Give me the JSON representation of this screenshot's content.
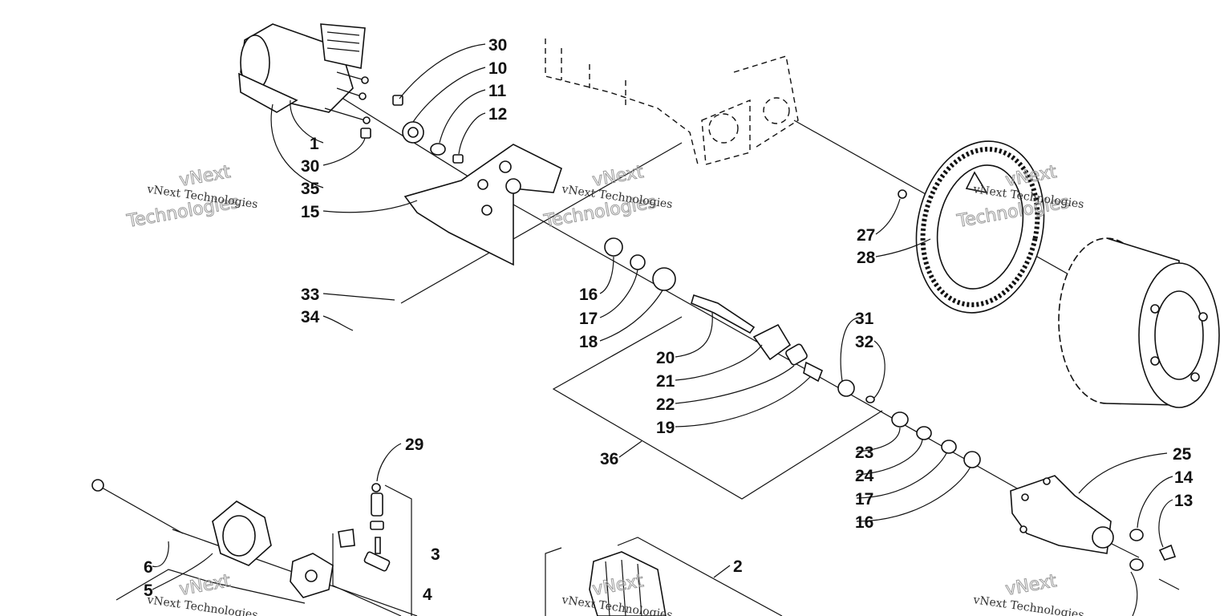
{
  "diagram": {
    "watermark": {
      "line1": "vNext Technologies",
      "outline_top": "vNext",
      "outline_bottom": "Technologies"
    },
    "callouts": {
      "c1": "1",
      "c2": "2",
      "c3": "3",
      "c4": "4",
      "c5": "5",
      "c6": "6",
      "c10": "10",
      "c11": "11",
      "c12": "12",
      "c13": "13",
      "c14": "14",
      "c15": "15",
      "c16a": "16",
      "c16b": "16",
      "c17a": "17",
      "c17b": "17",
      "c18": "18",
      "c19": "19",
      "c20": "20",
      "c21": "21",
      "c22": "22",
      "c23": "23",
      "c24": "24",
      "c25": "25",
      "c27": "27",
      "c28": "28",
      "c29": "29",
      "c30a": "30",
      "c30b": "30",
      "c31": "31",
      "c32": "32",
      "c33": "33",
      "c34": "34",
      "c35": "35",
      "c36": "36"
    },
    "colors": {
      "ink": "#111111",
      "paper": "#ffffff",
      "watermark": "#9a9a9a"
    }
  }
}
